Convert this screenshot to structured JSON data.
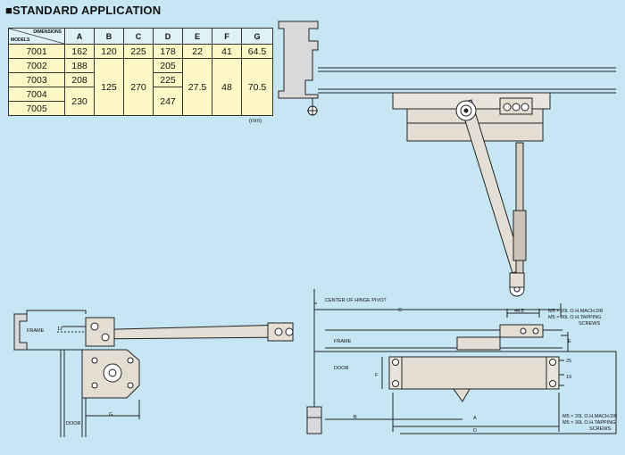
{
  "title": "■STANDARD APPLICATION",
  "table": {
    "corner_top": "DIMENSIONS",
    "corner_bottom": "MODELS",
    "headers": [
      "A",
      "B",
      "C",
      "D",
      "E",
      "F",
      "G"
    ],
    "models": [
      "7001",
      "7002",
      "7003",
      "7004",
      "7005"
    ],
    "a": [
      "162",
      "188",
      "208",
      "230"
    ],
    "b": [
      "120",
      "125"
    ],
    "c": [
      "225",
      "270"
    ],
    "d": [
      "178",
      "205",
      "225",
      "247"
    ],
    "e": [
      "22",
      "27.5"
    ],
    "f": [
      "41",
      "48"
    ],
    "g": [
      "64.5",
      "70.5"
    ],
    "unit": "(mm)"
  },
  "labels": {
    "frame_left": "FRAME",
    "door_left": "DOOR",
    "g_left": "G",
    "dim_12": "12",
    "center_hinge": "CENTER OF HINGE PIVOT",
    "c": "C",
    "dim_445": "44.5",
    "mach1": "M5 × 20L O.H.MACH.DR",
    "mach2": "M5 × 30L O.H.TAPPING",
    "screws": "SCREWS",
    "frame_right": "FRAME",
    "e": "E",
    "door_right": "DOOR",
    "f": "F",
    "dim_25": "25",
    "dim_19": "19",
    "b": "B",
    "a": "A",
    "d": "D",
    "mach3": "M5 × 20L O.H.MACH.DR",
    "mach4": "M5 × 30L O.H.TAPPING",
    "screws2": "SCREWS"
  }
}
